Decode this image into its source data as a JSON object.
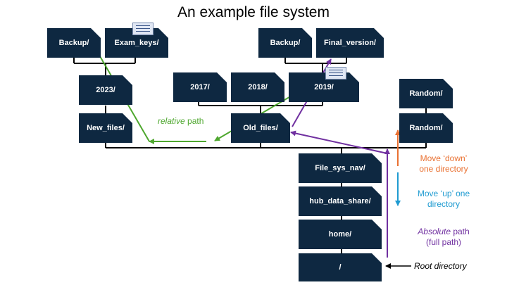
{
  "title": "An example file system",
  "folders": {
    "backup_1": "Backup/",
    "exam_keys": "Exam_keys/",
    "backup_2": "Backup/",
    "final_version": "Final_version/",
    "y2023": "2023/",
    "y2017": "2017/",
    "y2018": "2018/",
    "y2019": "2019/",
    "random_top": "Random/",
    "random": "Random/",
    "new_files": "New_files/",
    "old_files": "Old_files/",
    "file_sys_nav": "File_sys_nav/",
    "hub_data_share": "hub_data_share/",
    "home": "home/",
    "root": "/"
  },
  "annotations": {
    "relative_italic": "relative",
    "relative_rest": " path",
    "move_down_line1": "Move ‘down’",
    "move_down_line2": "one directory",
    "move_up_line1": "Move ‘up’ one",
    "move_up_line2": "directory",
    "absolute_italic": "Absolute",
    "absolute_rest": " path",
    "absolute_line2": "(full path)",
    "root_directory": "Root directory"
  },
  "colors": {
    "folder": "#0e2841",
    "relative_path": "#4ea72e",
    "absolute_path": "#7030a0",
    "move_down": "#e97132",
    "move_up": "#1f9bd1",
    "tree_lines": "#000000"
  }
}
